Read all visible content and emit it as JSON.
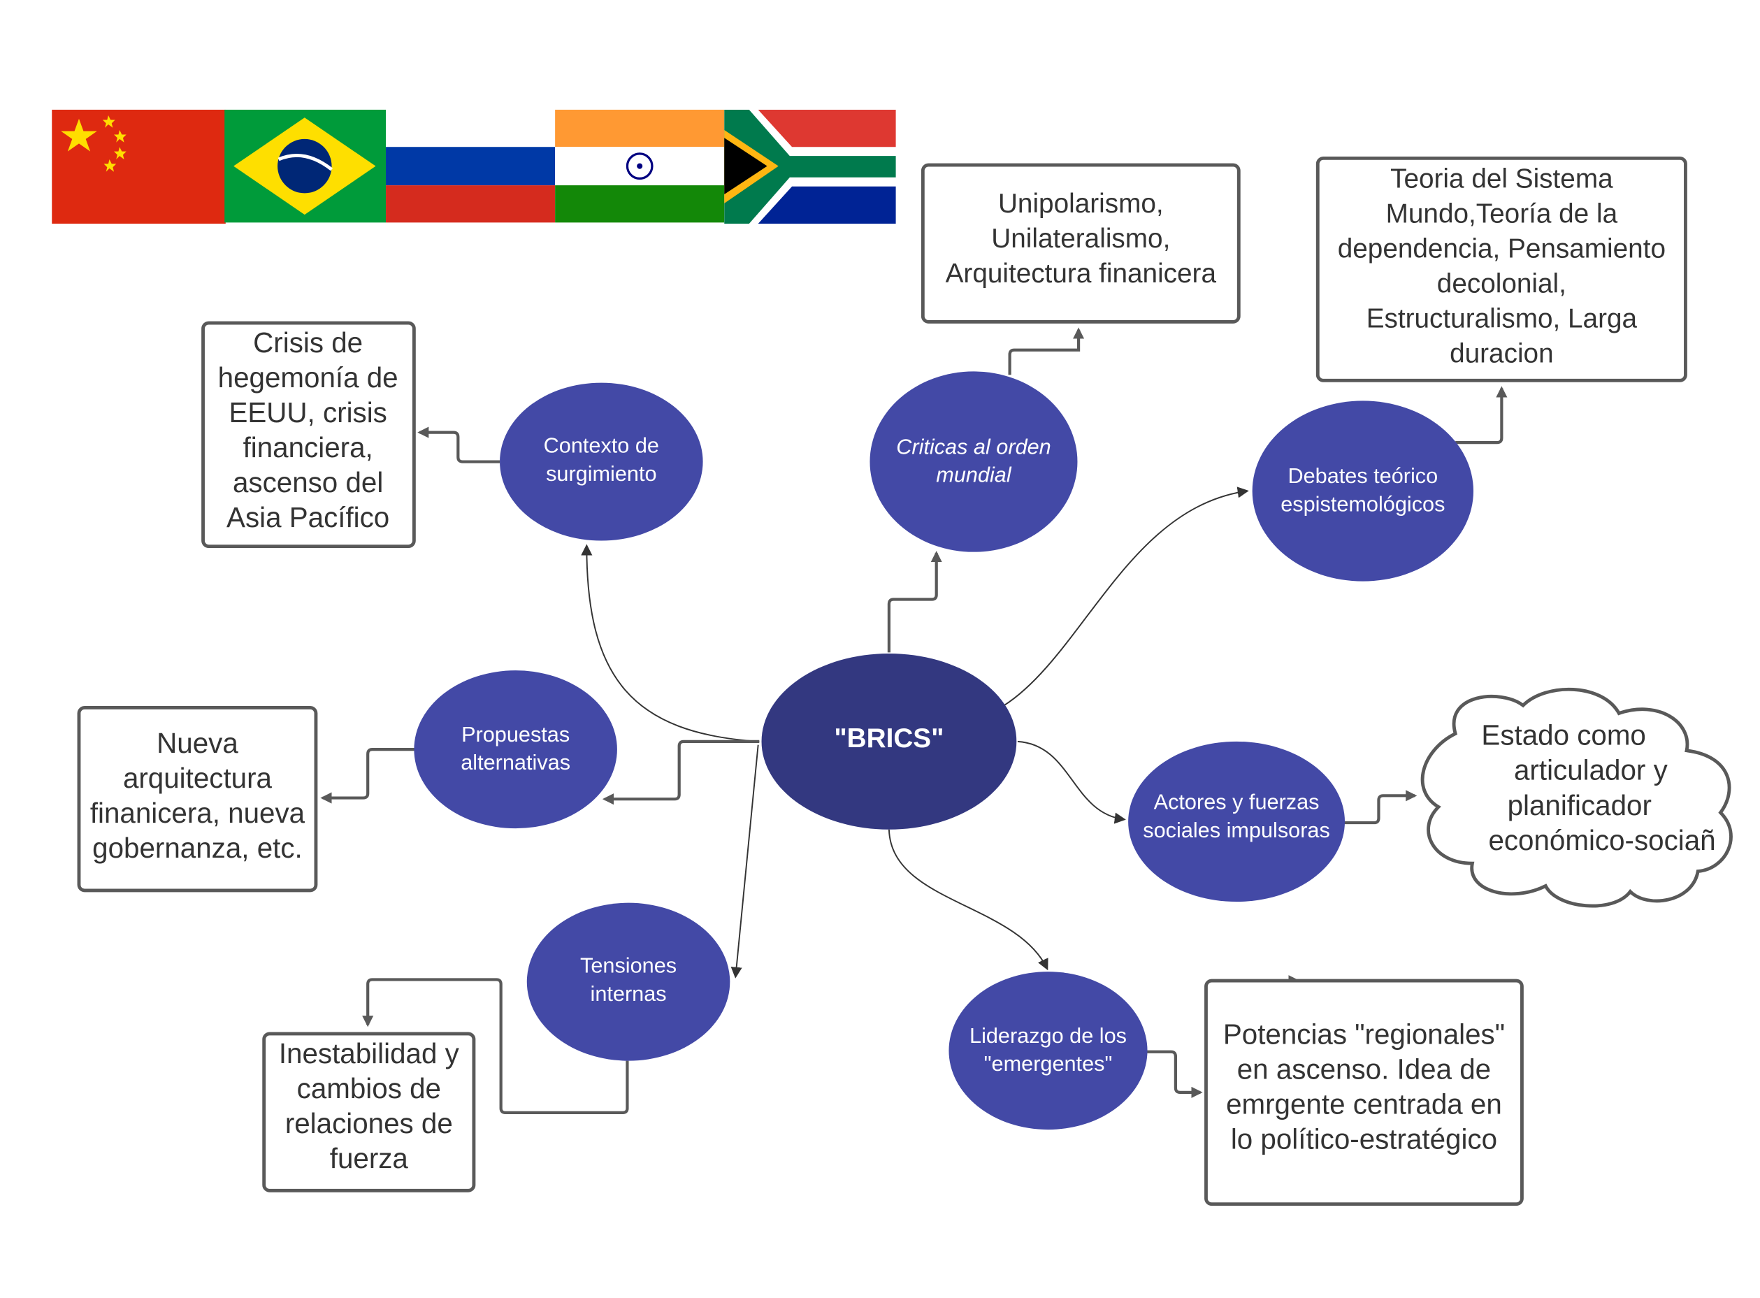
{
  "colors": {
    "center_node": "#333880",
    "topic_node": "#4349a6",
    "box_stroke": "#595959",
    "text_dark": "#333333"
  },
  "flags": [
    {
      "country": "China"
    },
    {
      "country": "Brazil"
    },
    {
      "country": "Russia"
    },
    {
      "country": "India"
    },
    {
      "country": "South Africa"
    }
  ],
  "center": {
    "label": "\"BRICS\""
  },
  "topics": {
    "contexto": {
      "lines": [
        "Contexto de",
        "surgimiento"
      ]
    },
    "criticas": {
      "lines": [
        "Criticas al orden",
        "mundial"
      ]
    },
    "debates": {
      "lines": [
        "Debates teórico",
        "espistemológicos"
      ]
    },
    "propuestas": {
      "lines": [
        "Propuestas",
        "alternativas"
      ]
    },
    "actores": {
      "lines": [
        "Actores y fuerzas",
        "sociales impulsoras"
      ]
    },
    "tensiones": {
      "lines": [
        "Tensiones",
        "internas"
      ]
    },
    "liderazgo": {
      "lines": [
        "Liderazgo de los",
        "\"emergentes\""
      ]
    }
  },
  "boxes": {
    "crisis": {
      "lines": [
        "Crisis de",
        "hegemonía de",
        "EEUU, crisis",
        "financiera,",
        "ascenso del",
        "Asia Pacífico"
      ]
    },
    "unipolarismo": {
      "lines": [
        "Unipolarismo,",
        "Unilateralismo,",
        "Arquitectura finanicera"
      ]
    },
    "teoria": {
      "lines": [
        "Teoria del Sistema",
        "Mundo,Teoría de la",
        "dependencia, Pensamiento",
        "decolonial,",
        "Estructuralismo, Larga",
        "duracion"
      ]
    },
    "nueva": {
      "lines": [
        "Nueva",
        "arquitectura",
        "finanicera, nueva",
        "gobernanza, etc."
      ]
    },
    "estado": {
      "lines": [
        "Estado como",
        "articulador y",
        "planificador",
        "económico-sociañ"
      ]
    },
    "inestabilidad": {
      "lines": [
        "Inestabilidad y",
        "cambios de",
        "relaciones de",
        "fuerza"
      ]
    },
    "potencias": {
      "lines": [
        "Potencias \"regionales\"",
        "en ascenso. Idea de",
        "emrgente centrada en",
        "lo político-estratégico"
      ]
    }
  }
}
